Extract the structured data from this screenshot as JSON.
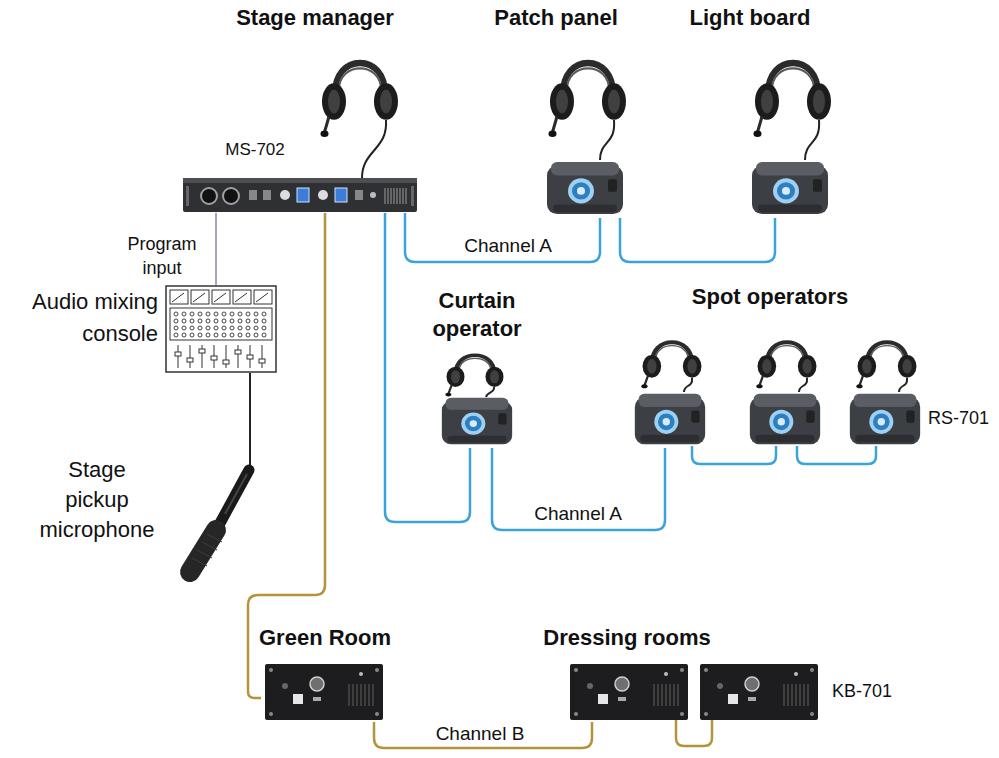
{
  "diagram": {
    "nodes": [
      {
        "text": [
          "Stage manager",
          "MS-702"
        ]
      },
      {
        "text": [
          "Patch panel"
        ]
      },
      {
        "text": [
          "Light board"
        ]
      },
      {
        "text": [
          "Curtain operator"
        ]
      },
      {
        "text": [
          "Spot operators"
        ]
      },
      {
        "text": [
          "Audio mixing console"
        ]
      },
      {
        "text": [
          "Stage pickup microphone"
        ]
      },
      {
        "text": [
          "Green Room"
        ]
      },
      {
        "text": [
          "Dressing rooms"
        ]
      }
    ],
    "edges": [
      {
        "from": 0,
        "to": 1,
        "arrow": "none",
        "label": "Channel A"
      },
      {
        "from": 1,
        "to": 2,
        "arrow": "none"
      },
      {
        "from": 0,
        "to": 3,
        "arrow": "none"
      },
      {
        "from": 3,
        "to": 4,
        "arrow": "none",
        "label": "Channel A"
      },
      {
        "from": 0,
        "to": 5,
        "arrow": "none",
        "label": "Program input"
      },
      {
        "from": 5,
        "to": 6,
        "arrow": "none"
      },
      {
        "from": 0,
        "to": 7,
        "arrow": "none"
      },
      {
        "from": 7,
        "to": 8,
        "arrow": "none",
        "label": "Channel B"
      }
    ],
    "labels": [
      "RS-701",
      "KB-701"
    ]
  }
}
